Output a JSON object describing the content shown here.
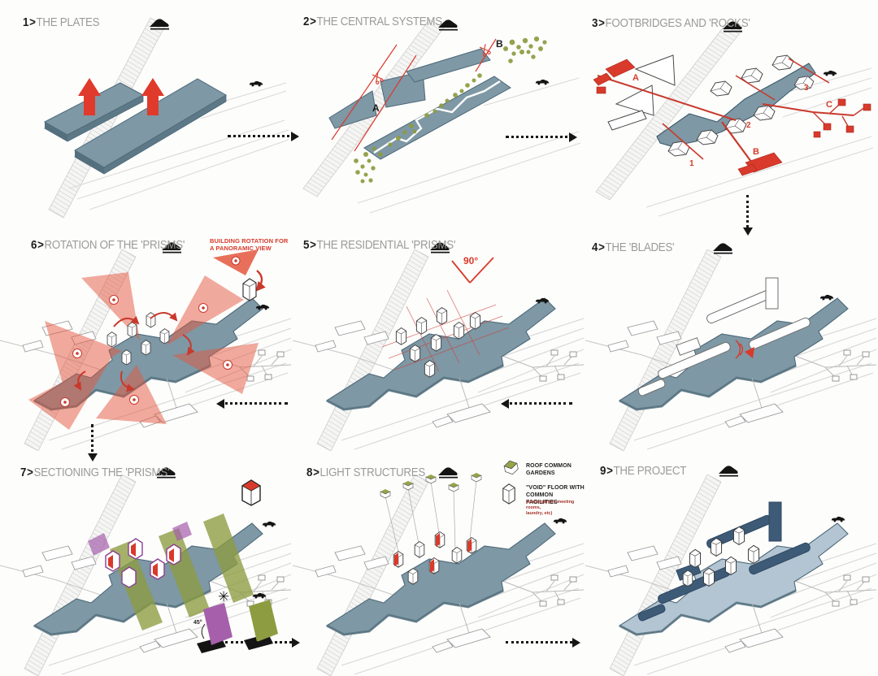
{
  "ui": {
    "sep": ">"
  },
  "colors": {
    "slate": "#7e98a5",
    "slate_edge": "#4e6a79",
    "platform_light": "#b3c5d2",
    "navy": "#3d5a77",
    "red": "#d93a2b",
    "olive": "#8d9c40",
    "purple": "#a55fab",
    "title_gray": "#9b9b9b",
    "ink": "#161616"
  },
  "panels": [
    {
      "num": "1",
      "title": "THE PLATES"
    },
    {
      "num": "2",
      "title": "THE CENTRAL SYSTEMS",
      "label_a": "A",
      "label_b": "B"
    },
    {
      "num": "3",
      "title": "FOOTBRIDGES AND 'ROCKS'",
      "label_a": "A",
      "label_b": "B",
      "label_c": "C",
      "n1": "1",
      "n2": "2",
      "n3": "3"
    },
    {
      "num": "4",
      "title": "THE 'BLADES'"
    },
    {
      "num": "5",
      "title": "THE RESIDENTIAL 'PRISMS'",
      "angle": "90°"
    },
    {
      "num": "6",
      "title": "ROTATION OF THE 'PRISMS'",
      "legend_line1": "BUILDING ROTATION FOR",
      "legend_line2": "A PANORAMIC VIEW"
    },
    {
      "num": "7",
      "title": "SECTIONING THE 'PRISMS'",
      "angle": "45°"
    },
    {
      "num": "8",
      "title": "LIGHT STRUCTURES",
      "legend1a": "ROOF COMMON",
      "legend1b": "GARDENS",
      "legend2a": "\"VOID\" FLOOR WITH",
      "legend2b": "COMMON FACILITIES",
      "legend2_sub1": "(kindergarten, meeting rooms,",
      "legend2_sub2": "laundry, etc)"
    },
    {
      "num": "9",
      "title": "THE PROJECT"
    }
  ]
}
